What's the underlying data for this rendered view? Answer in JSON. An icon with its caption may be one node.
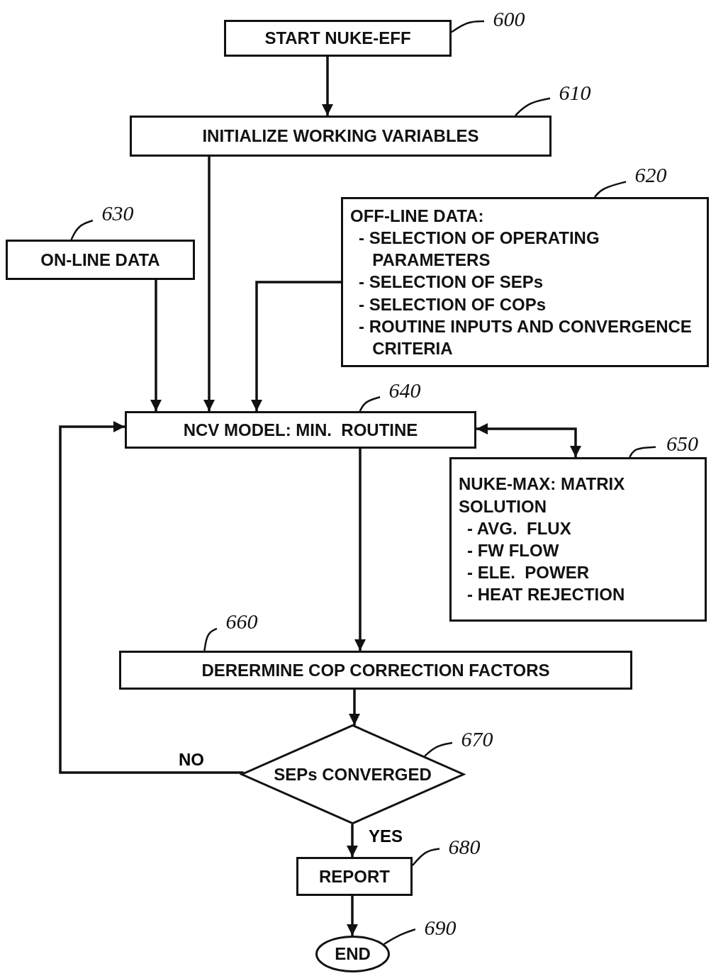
{
  "diagram": {
    "nodes": [
      {
        "text": [
          "START NUKE-EFF"
        ]
      },
      {
        "text": [
          "INITIALIZE WORKING VARIABLES"
        ]
      },
      {
        "text": [
          "OFF-LINE DATA:",
          "- SELECTION OF OPERATING PARAMETERS",
          "- SELECTION OF SEPs",
          "- SELECTION OF COPs",
          "- ROUTINE INPUTS AND CONVERGENCE CRITERIA"
        ]
      },
      {
        "text": [
          "ON-LINE DATA"
        ]
      },
      {
        "text": [
          "NCV MODEL: MIN.  ROUTINE"
        ]
      },
      {
        "text": [
          "NUKE-MAX: MATRIX SOLUTION",
          "- AVG.  FLUX",
          "- FW FLOW",
          "- ELE.  POWER",
          "- HEAT REJECTION"
        ]
      },
      {
        "text": [
          "DERERMINE COP CORRECTION FACTORS"
        ]
      },
      {
        "text": [
          "SEPs CONVERGED"
        ]
      },
      {
        "text": [
          "REPORT"
        ]
      },
      {
        "text": [
          "END"
        ]
      },
      {
        "text": [
          "600"
        ]
      },
      {
        "text": [
          "610"
        ]
      },
      {
        "text": [
          "620"
        ]
      },
      {
        "text": [
          "630"
        ]
      },
      {
        "text": [
          "640"
        ]
      },
      {
        "text": [
          "650"
        ]
      },
      {
        "text": [
          "660"
        ]
      },
      {
        "text": [
          "670"
        ]
      },
      {
        "text": [
          "680"
        ]
      },
      {
        "text": [
          "690"
        ]
      }
    ],
    "edges": [
      {
        "from": 0,
        "to": 1,
        "arrow": "to"
      },
      {
        "from": 1,
        "to": 4,
        "arrow": "to"
      },
      {
        "from": 3,
        "to": 4,
        "arrow": "to"
      },
      {
        "from": 2,
        "to": 4,
        "arrow": "to"
      },
      {
        "from": 4,
        "to": 5,
        "arrow": "both"
      },
      {
        "from": 4,
        "to": 6,
        "arrow": "to"
      },
      {
        "from": 6,
        "to": 7,
        "arrow": "to"
      },
      {
        "from": 7,
        "to": 4,
        "arrow": "to",
        "label": "NO"
      },
      {
        "from": 7,
        "to": 8,
        "arrow": "to",
        "label": "YES"
      },
      {
        "from": 8,
        "to": 9,
        "arrow": "to"
      },
      {
        "from": 10,
        "to": 0,
        "arrow": "none"
      },
      {
        "from": 11,
        "to": 1,
        "arrow": "none"
      },
      {
        "from": 12,
        "to": 2,
        "arrow": "none"
      },
      {
        "from": 13,
        "to": 3,
        "arrow": "none"
      },
      {
        "from": 14,
        "to": 4,
        "arrow": "none"
      },
      {
        "from": 15,
        "to": 5,
        "arrow": "none"
      },
      {
        "from": 16,
        "to": 6,
        "arrow": "none"
      },
      {
        "from": 17,
        "to": 7,
        "arrow": "none"
      },
      {
        "from": 18,
        "to": 8,
        "arrow": "none"
      },
      {
        "from": 19,
        "to": 9,
        "arrow": "none"
      }
    ]
  }
}
